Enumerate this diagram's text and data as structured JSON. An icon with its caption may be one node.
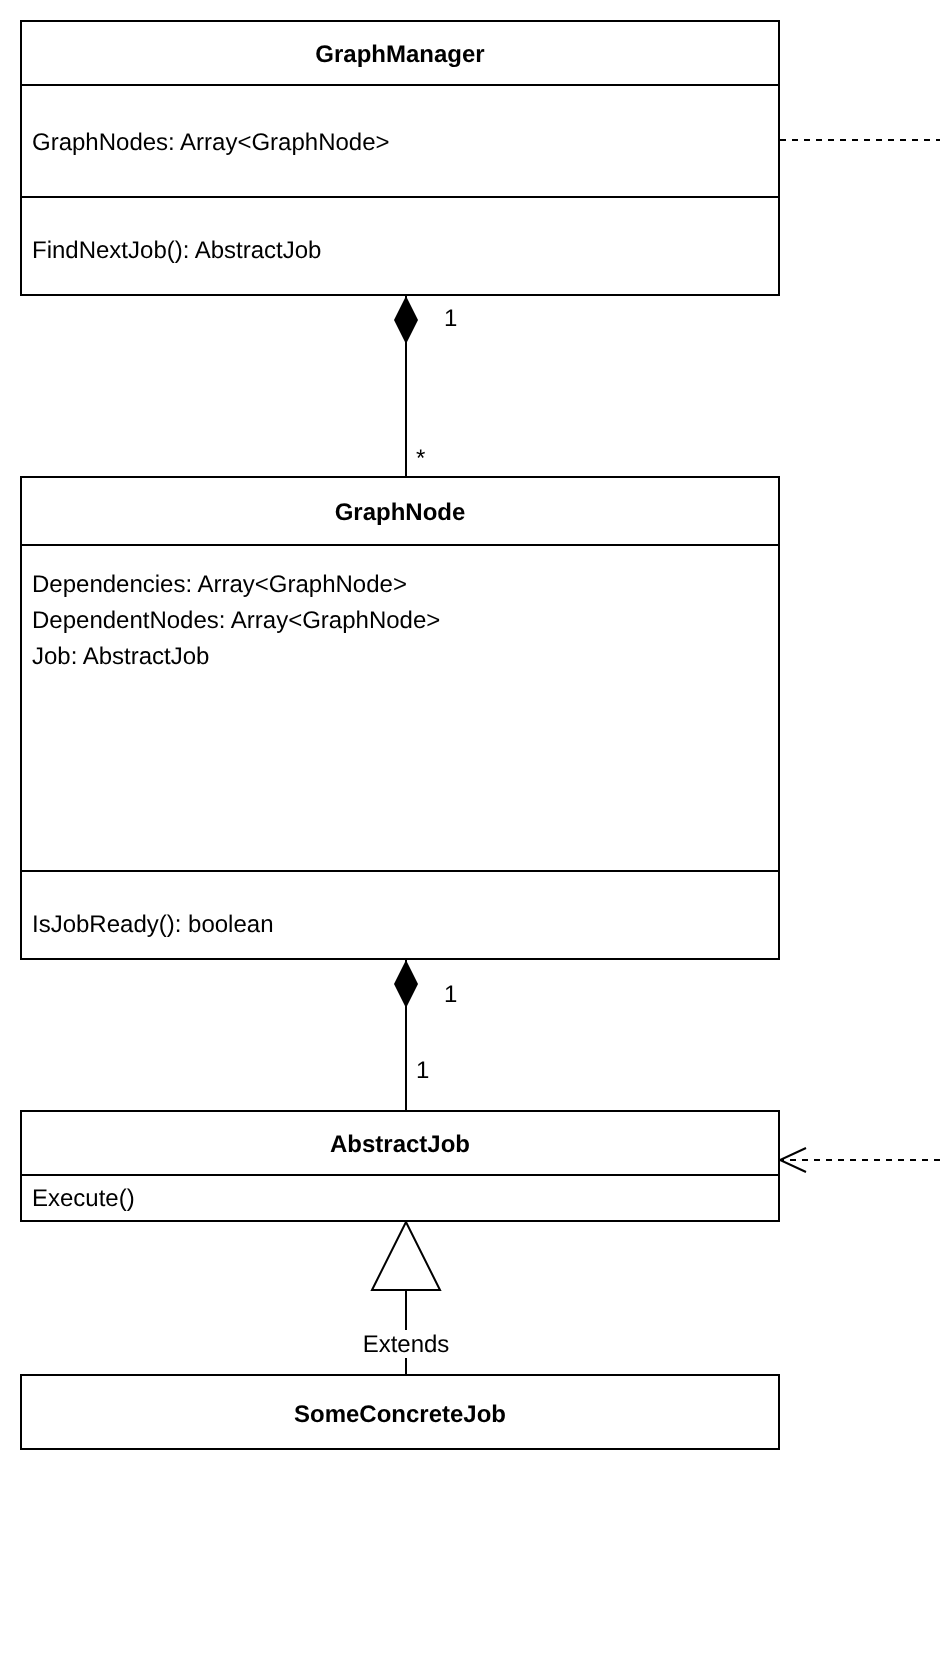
{
  "diagram": {
    "nodes": [
      {
        "text": [
          "GraphManager",
          "GraphNodes: Array<GraphNode>",
          "FindNextJob(): AbstractJob"
        ]
      },
      {
        "text": [
          "GraphNode",
          "Dependencies: Array<GraphNode>",
          "DependentNodes: Array<GraphNode>",
          "Job: AbstractJob",
          "IsJobReady(): boolean"
        ]
      },
      {
        "text": [
          "AbstractJob",
          "Execute()"
        ]
      },
      {
        "text": [
          "SomeConcreteJob"
        ]
      }
    ],
    "edges": [
      {
        "from": 0,
        "to": 1,
        "arrow": "other"
      },
      {
        "from": 1,
        "to": 2,
        "arrow": "other"
      },
      {
        "from": 3,
        "to": 2,
        "arrow": "to",
        "label": "Extends"
      },
      {
        "from": 0,
        "to": null,
        "arrow": "none",
        "style": "dashed"
      },
      {
        "from": null,
        "to": 2,
        "arrow": "to",
        "style": "dashed"
      }
    ],
    "labels": [
      "1",
      "*",
      "1",
      "1"
    ]
  }
}
